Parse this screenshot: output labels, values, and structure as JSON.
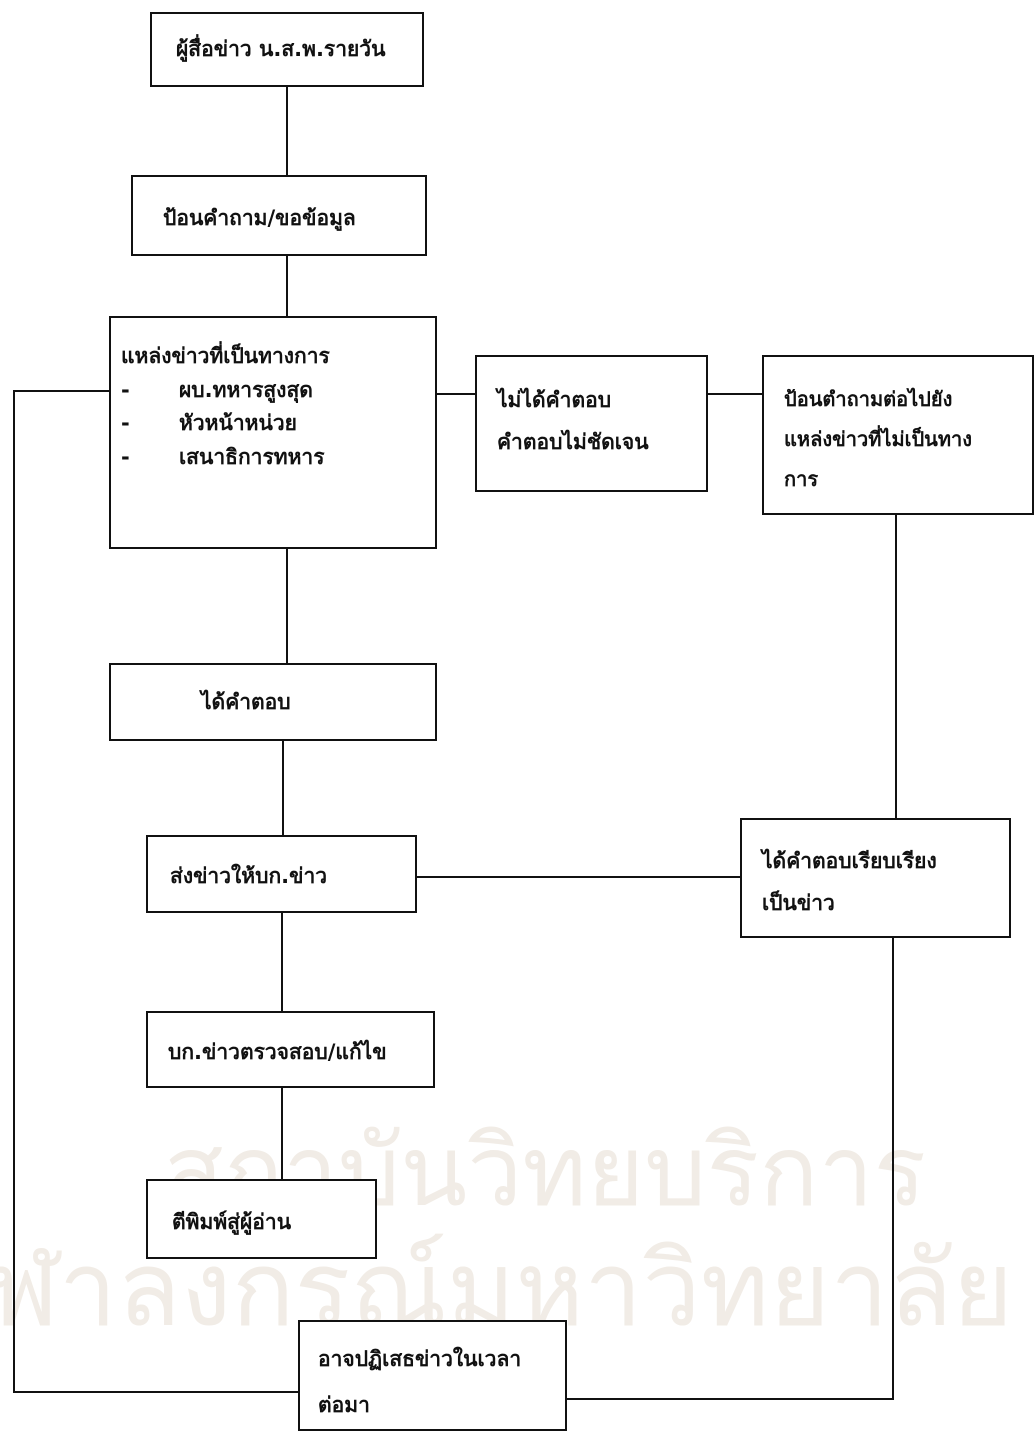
{
  "diagram": {
    "watermark": {
      "line1": "สถาบันวิทยบริการ",
      "line2": "จุฬาลงกรณ์มหาวิทยาลัย"
    },
    "nodes": {
      "reporter": {
        "lines": [
          "ผู้สื่อข่าว น.ส.พ.รายวัน"
        ]
      },
      "ask": {
        "lines": [
          "ป้อนคำถาม/ขอข้อมูล"
        ]
      },
      "official": {
        "title": "แหล่งข่าวที่เป็นทางการ",
        "bullet_mark": "-",
        "items": [
          "ผบ.ทหารสูงสุด",
          "หัวหน้าหน่วย",
          "เสนาธิการทหาร"
        ]
      },
      "no_answer": {
        "lines": [
          "ไม่ได้คำตอบ",
          "คำตอบไม่ชัดเจน"
        ]
      },
      "ask_unofficial": {
        "lines": [
          "ป้อนตำถามต่อไปยัง",
          "แหล่งข่าวที่ไม่เป็นทาง",
          "การ"
        ]
      },
      "got_answer": {
        "lines": [
          "ได้คำตอบ"
        ]
      },
      "send_editor": {
        "lines": [
          "ส่งข่าวให้บก.ข่าว"
        ]
      },
      "compose": {
        "lines": [
          "ได้คำตอบเรียบเรียง",
          "เป็นข่าว"
        ]
      },
      "editor_check": {
        "lines": [
          "บก.ข่าวตรวจสอบ/แก้ไข"
        ]
      },
      "publish": {
        "lines": [
          "ตีพิมพ์สู่ผู้อ่าน"
        ]
      },
      "deny": {
        "lines": [
          "อาจปฏิเสธข่าวในเวลา",
          "ต่อมา"
        ]
      }
    }
  }
}
